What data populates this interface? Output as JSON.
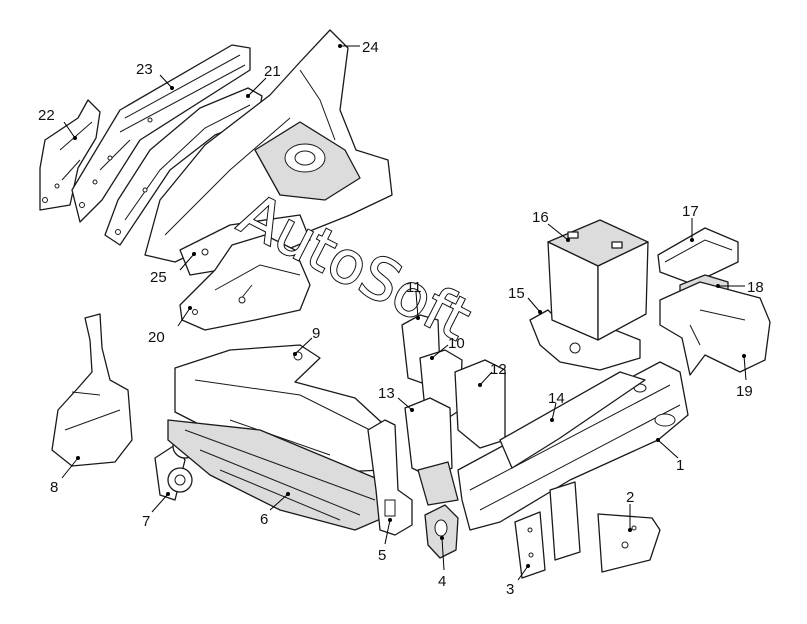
{
  "watermark": {
    "text": "AutoSoft"
  },
  "callouts": [
    {
      "id": "1",
      "label": "1"
    },
    {
      "id": "2",
      "label": "2"
    },
    {
      "id": "3",
      "label": "3"
    },
    {
      "id": "4",
      "label": "4"
    },
    {
      "id": "5",
      "label": "5"
    },
    {
      "id": "6",
      "label": "6"
    },
    {
      "id": "7",
      "label": "7"
    },
    {
      "id": "8",
      "label": "8"
    },
    {
      "id": "9",
      "label": "9"
    },
    {
      "id": "10",
      "label": "10"
    },
    {
      "id": "11",
      "label": "11"
    },
    {
      "id": "12",
      "label": "12"
    },
    {
      "id": "13",
      "label": "13"
    },
    {
      "id": "14",
      "label": "14"
    },
    {
      "id": "15",
      "label": "15"
    },
    {
      "id": "16",
      "label": "16"
    },
    {
      "id": "17",
      "label": "17"
    },
    {
      "id": "18",
      "label": "18"
    },
    {
      "id": "19",
      "label": "19"
    },
    {
      "id": "20",
      "label": "20"
    },
    {
      "id": "21",
      "label": "21"
    },
    {
      "id": "22",
      "label": "22"
    },
    {
      "id": "23",
      "label": "23"
    },
    {
      "id": "24",
      "label": "24"
    },
    {
      "id": "25",
      "label": "25"
    }
  ]
}
